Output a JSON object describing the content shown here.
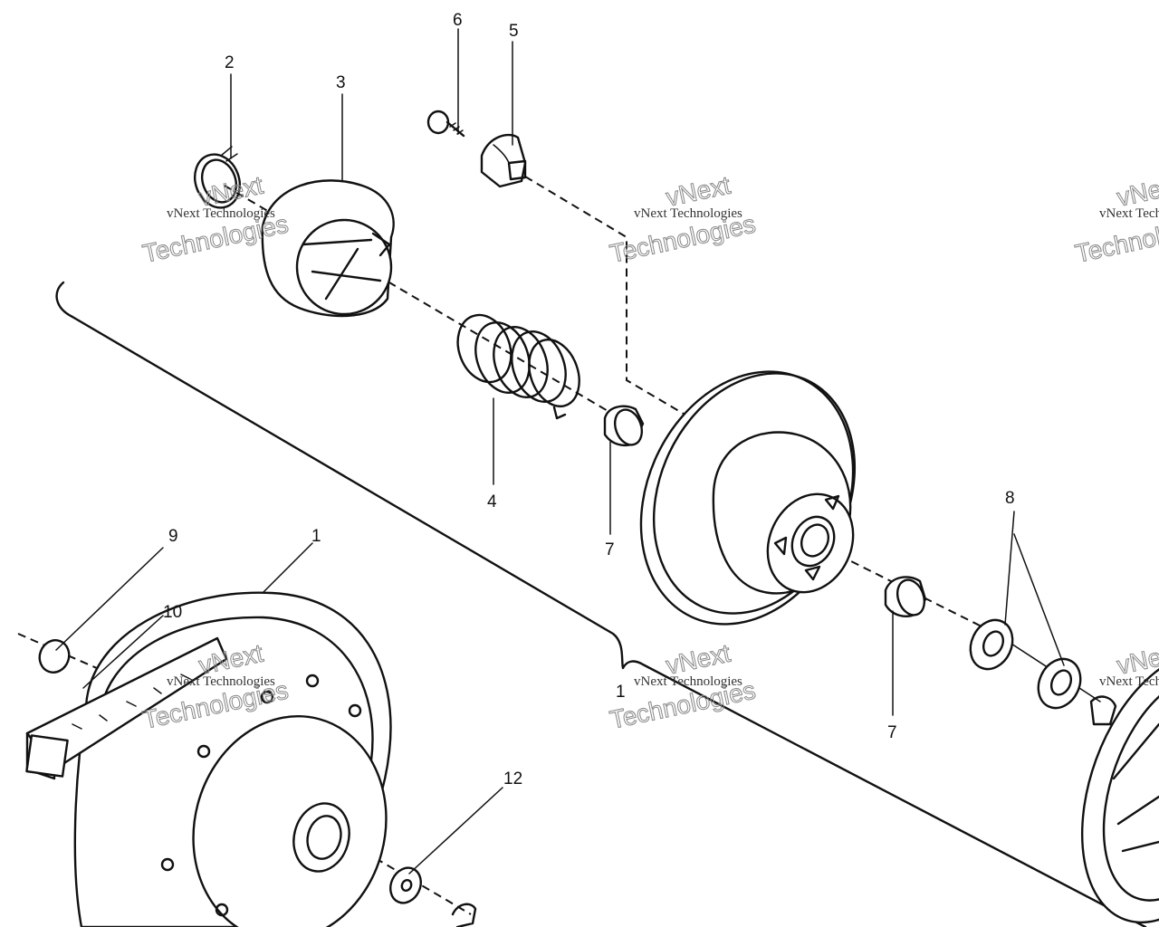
{
  "callouts": {
    "c1a": "1",
    "c1b": "1",
    "c2": "2",
    "c3": "3",
    "c4": "4",
    "c5": "5",
    "c6": "6",
    "c7a": "7",
    "c7b": "7",
    "c8": "8",
    "c9": "9",
    "c10": "10",
    "c12": "12"
  },
  "watermark": {
    "line1": "vNext Technologies",
    "line2": "vNext",
    "line3": "Technologies"
  },
  "colors": {
    "ink": "#111111",
    "paper": "#ffffff",
    "watermark": "#888888"
  }
}
